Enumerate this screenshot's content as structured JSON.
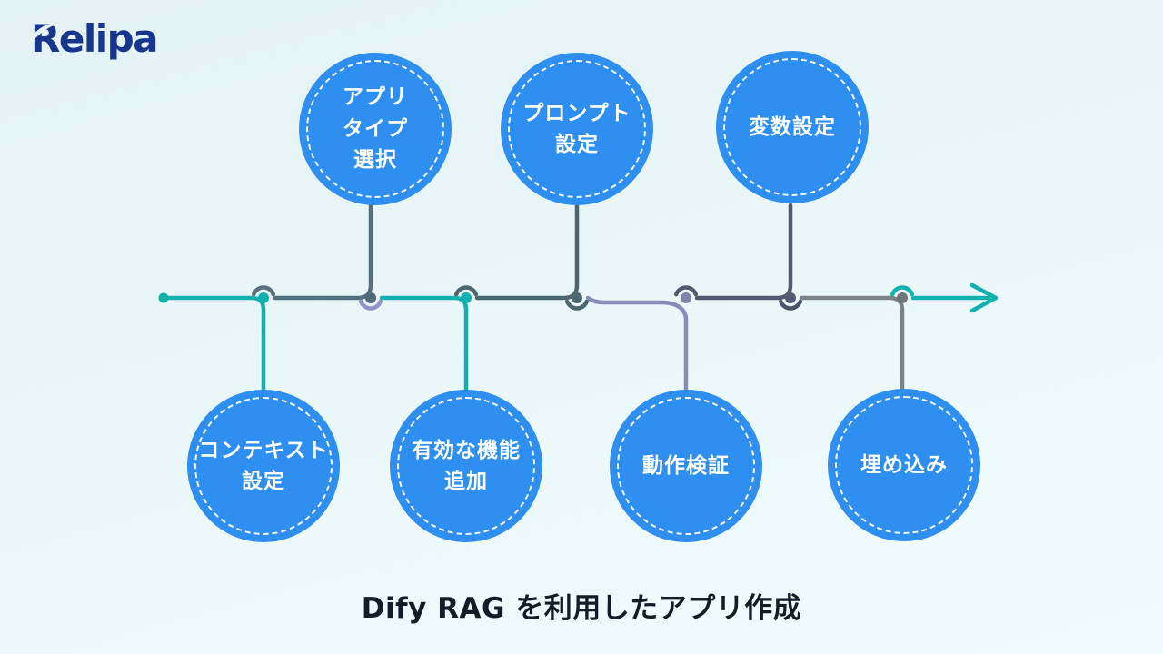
{
  "brand": {
    "logo_text": "Relipa"
  },
  "caption": {
    "title": "Dify RAG を利用したアプリ作成"
  },
  "timeline": {
    "direction": "left-to-right",
    "steps": [
      {
        "label": "コンテキスト設定",
        "display": "コンテキスト\n設定",
        "row": "bottom",
        "connector_color": "#12b1af"
      },
      {
        "label": "アプリタイプ選択",
        "display": "アプリ\nタイプ\n選択",
        "row": "top",
        "connector_color": "#506b77"
      },
      {
        "label": "有効な機能追加",
        "display": "有効な機能\n追加",
        "row": "bottom",
        "connector_color": "#12b1af"
      },
      {
        "label": "プロンプト設定",
        "display": "プロンプト\n設定",
        "row": "top",
        "connector_color": "#4c686e"
      },
      {
        "label": "動作検証",
        "display": "動作検証",
        "row": "bottom",
        "connector_color": "#8b92c5"
      },
      {
        "label": "変数設定",
        "display": "変数設定",
        "row": "top",
        "connector_color": "#515b6d"
      },
      {
        "label": "埋め込み",
        "display": "埋め込み",
        "row": "bottom",
        "connector_color": "#7b8289"
      }
    ],
    "colors": {
      "circle_fill": "#2e8ff1",
      "circle_dashed_border": "#ffffff",
      "teal": "#12b1af",
      "slate": "#57707d",
      "dark_slate": "#4c686e",
      "purple": "#8b92c5",
      "dark_gray_blue": "#515b6d",
      "gray": "#7b8289",
      "logo_blue": "#17368c",
      "title_text": "#141c28",
      "background": "#eaf7f9"
    }
  }
}
